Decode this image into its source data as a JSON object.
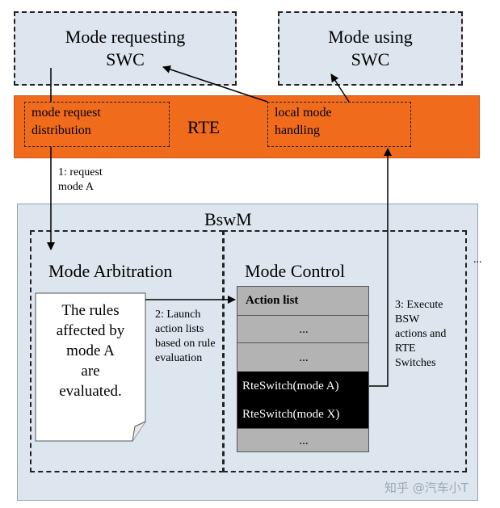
{
  "swc_requesting": "Mode requesting\nSWC",
  "swc_using": "Mode using\nSWC",
  "rte": {
    "title": "RTE",
    "mode_request_distribution": "mode request\ndistribution",
    "local_mode_handling": "local mode\nhandling"
  },
  "step1": "1: request\nmode A",
  "bswm": {
    "title": "BswM",
    "mode_arbitration": {
      "title": "Mode Arbitration",
      "rules_text": "The rules\naffected by\nmode A\nare\nevaluated."
    },
    "step2": "2: Launch\naction lists\nbased on rule\nevaluation",
    "mode_control": {
      "title": "Mode Control",
      "action_list_header": "Action list",
      "rows": [
        "...",
        "...",
        "RteSwitch(mode A)",
        "RteSwitch(mode X)",
        "..."
      ]
    },
    "step3": "3: Execute\nBSW\nactions and\nRTE\nSwitches",
    "outside_ellipsis": "..."
  },
  "watermark": "知乎 @汽车小T",
  "colors": {
    "rte_orange": "#f06b1c",
    "box_blue": "#dde6ef",
    "action_grey": "#b3b3b3",
    "action_black": "#000000"
  }
}
